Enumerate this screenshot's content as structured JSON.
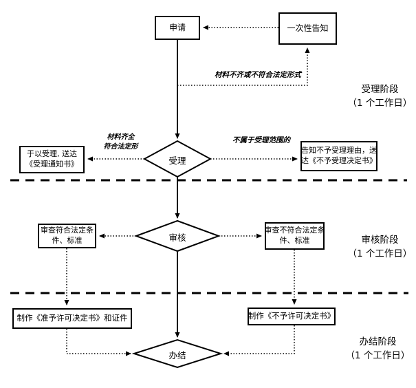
{
  "diagram": {
    "background": "#ffffff",
    "line_color": "#000000",
    "nodes": {
      "apply": {
        "label": "申请"
      },
      "one_time_notice": {
        "label": "一次性告知"
      },
      "grant_acceptance": {
        "line1": "于以受理, 送达",
        "line2": "《受理通知书》"
      },
      "refuse_acceptance": {
        "line1": "告知不予受理理由，送",
        "line2": "达《不予受理决定书》"
      },
      "acceptance_decision": {
        "label": "受理"
      },
      "review_decision": {
        "label": "审核"
      },
      "completion_decision": {
        "label": "办结"
      },
      "review_pass": {
        "line1": "审查符合法定条",
        "line2": "件、标准"
      },
      "review_fail": {
        "line1": "审查不符合法定条",
        "line2": "件、标准"
      },
      "make_permit": {
        "label": "制作《准予许可决定书》和证件"
      },
      "make_denial": {
        "label": "制作《不予许可决定书》"
      }
    },
    "edge_labels": {
      "materials_incomplete": "材料不齐或不符合法定形式",
      "materials_complete_line1": "材料齐全",
      "materials_complete_line2": "符合法定形",
      "out_of_scope": "不属于受理范围的"
    },
    "stage_labels": {
      "stage1_line1": "受理阶段",
      "stage1_line2": "（1 个工作日）",
      "stage2_line1": "审核阶段",
      "stage2_line2": "（1 个工作日）",
      "stage3_line1": "办结阶段",
      "stage3_line2": "（1 个工作日）"
    }
  }
}
